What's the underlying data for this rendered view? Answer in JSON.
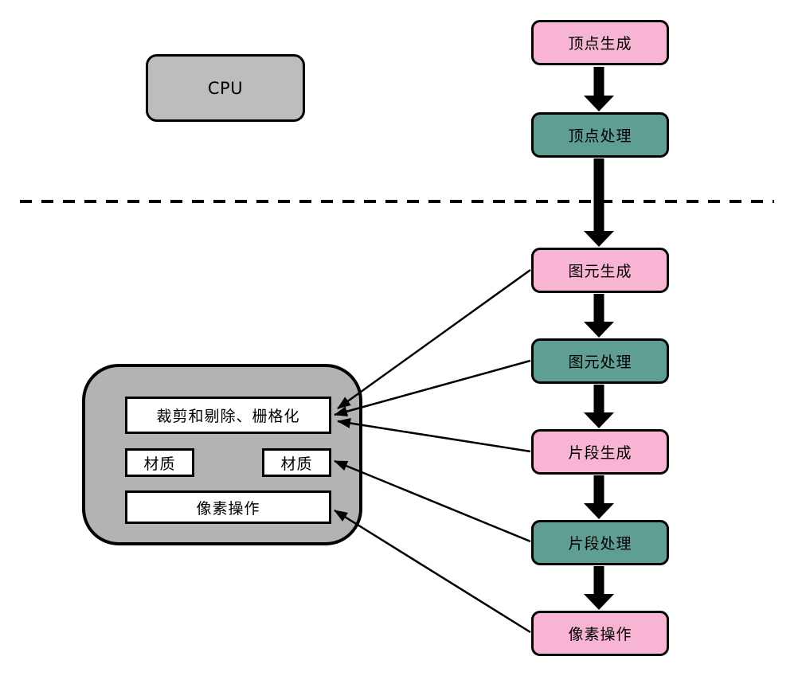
{
  "diagram": {
    "cpu": {
      "label": "CPU"
    },
    "pipeline_boxes": [
      {
        "label": "顶点生成",
        "color": "pink"
      },
      {
        "label": "顶点处理",
        "color": "teal"
      },
      {
        "label": "图元生成",
        "color": "pink"
      },
      {
        "label": "图元处理",
        "color": "teal"
      },
      {
        "label": "片段生成",
        "color": "pink"
      },
      {
        "label": "片段处理",
        "color": "teal"
      },
      {
        "label": "像素操作",
        "color": "pink"
      }
    ],
    "gpu_container_boxes": [
      {
        "label": "裁剪和剔除、栅格化"
      },
      {
        "label": "材质"
      },
      {
        "label": "材质"
      },
      {
        "label": "像素操作"
      }
    ],
    "divider": {
      "style": "dashed",
      "meaning": "CPU / GPU boundary"
    },
    "colors": {
      "pink": "#F8B5D3",
      "teal": "#5F9E92",
      "cpu_gray": "#BDBDBD",
      "container_gray": "#B3B3B3",
      "unit_box_bg": "#FFFFFF",
      "outline": "#000000"
    }
  }
}
